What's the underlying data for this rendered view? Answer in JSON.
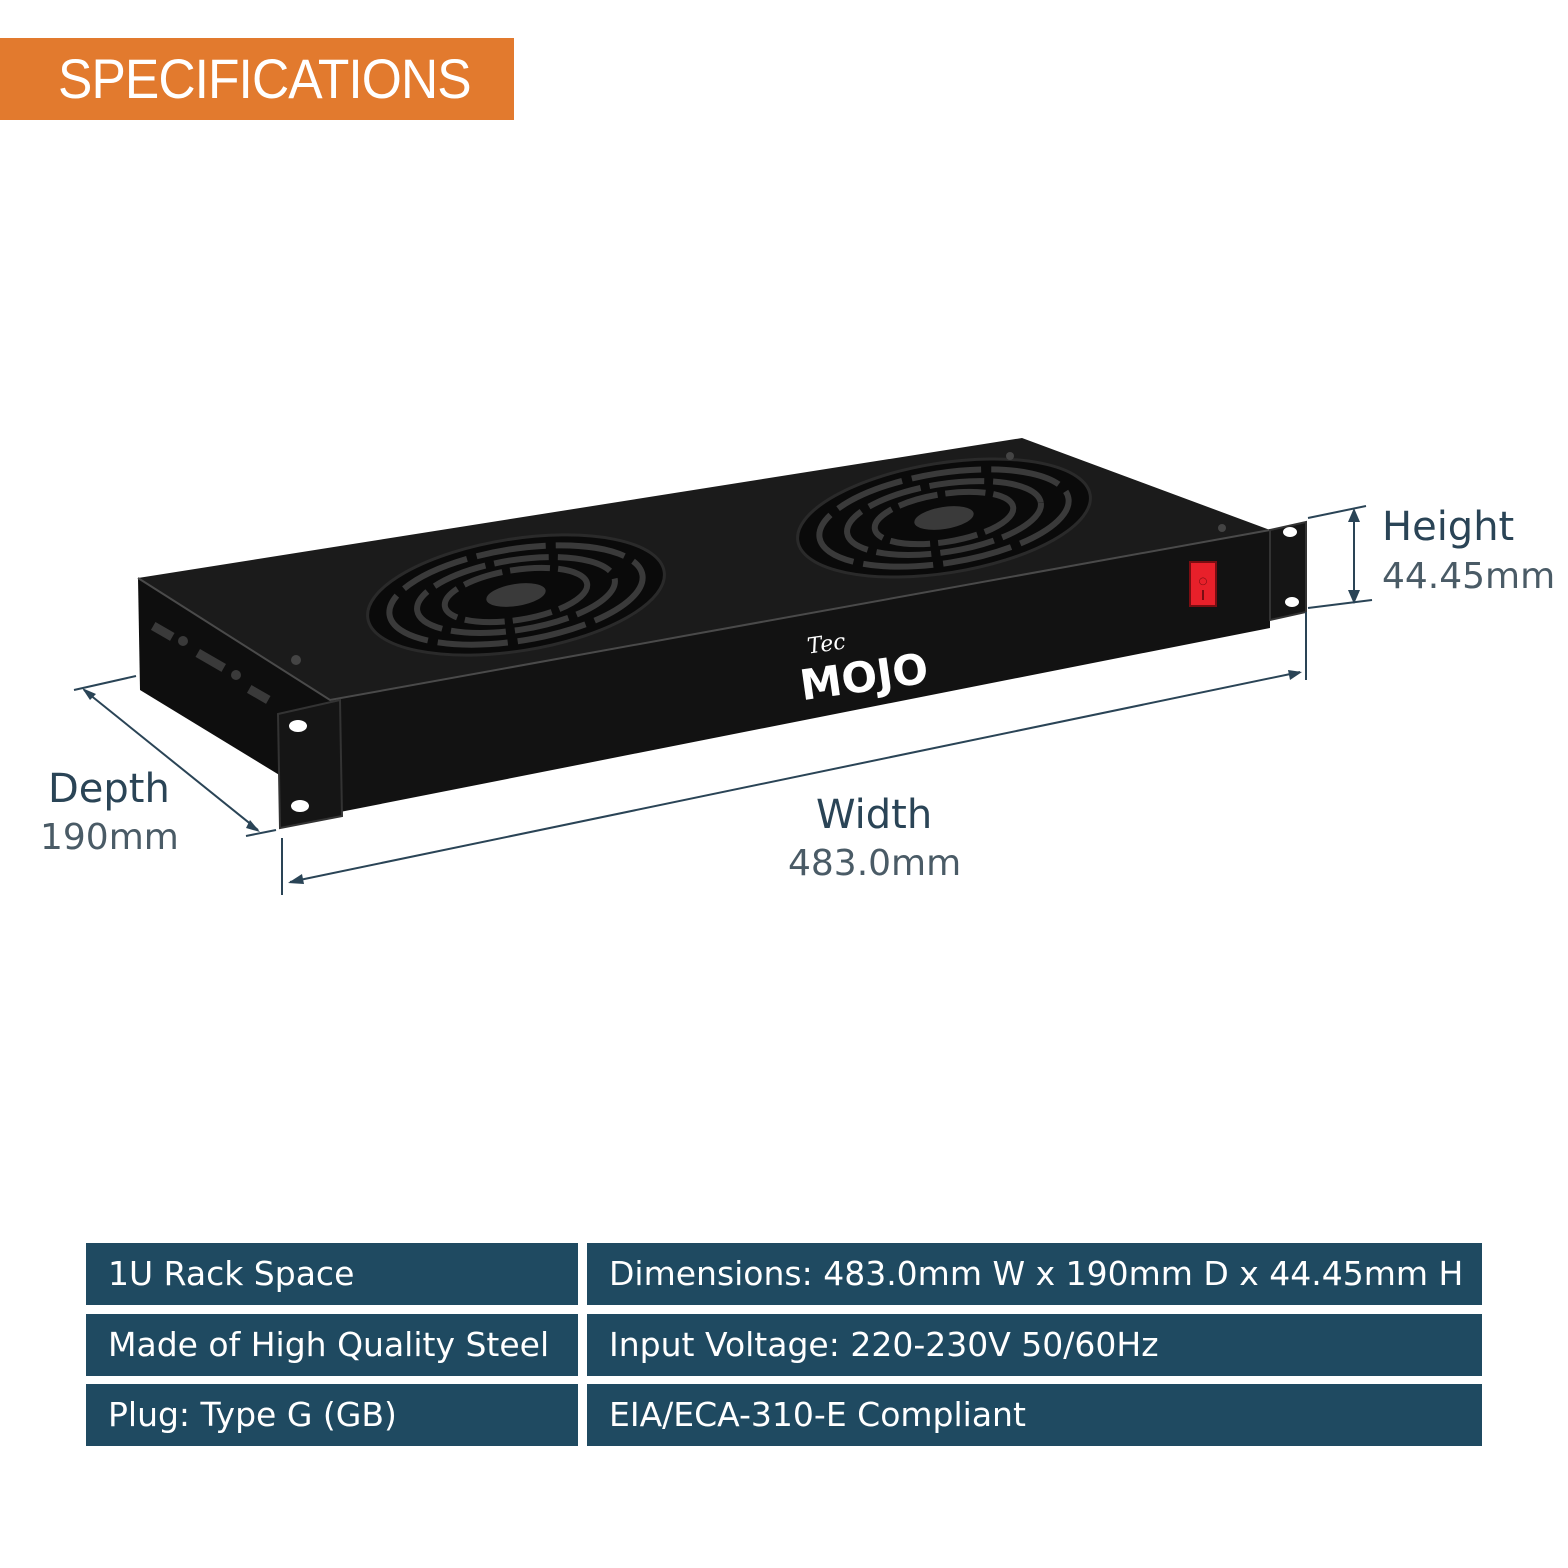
{
  "banner": {
    "title": "SPECIFICATIONS",
    "color": "#e27a2e"
  },
  "product": {
    "brand_top": "Tec",
    "brand_main": "MOJO",
    "switch_color": "#e8202a"
  },
  "dimensions": {
    "height": {
      "label": "Height",
      "value": "44.45mm"
    },
    "depth": {
      "label": "Depth",
      "value": "190mm"
    },
    "width": {
      "label": "Width",
      "value": "483.0mm"
    }
  },
  "specs": {
    "rows": [
      {
        "left": "1U Rack Space",
        "right": "Dimensions: 483.0mm W x 190mm D x 44.45mm H"
      },
      {
        "left": "Made of High Quality Steel",
        "right": "Input Voltage: 220-230V 50/60Hz"
      },
      {
        "left": "Plug: Type G (GB)",
        "right": "EIA/ECA-310-E Compliant"
      }
    ],
    "cell_color": "#1f4a61"
  }
}
